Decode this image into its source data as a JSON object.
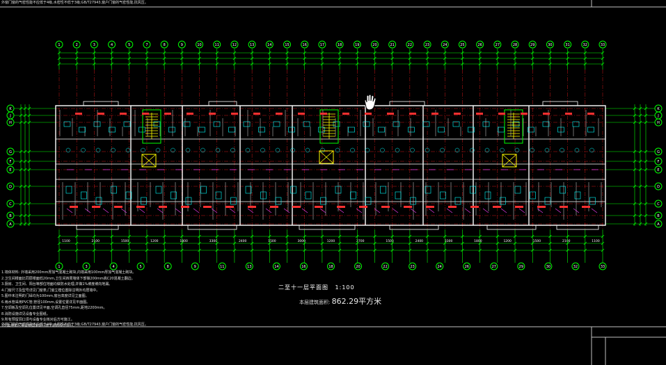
{
  "drawing": {
    "title": "二至十一层平面图",
    "scale": "1:100",
    "area_label": "本层建筑面积:",
    "area_value": "862.29平方米",
    "top_note": "外窗门窗的气密性能不应低于4级,水密性不低于3级;GB/T27943,窗户门窗的气密性能,抗风压。",
    "bottom_note": "外窗门窗的气密性能不应低于4级,水密性不低于3级;GB/T27943,窗户门窗的气密性能,抗风压。",
    "notes": [
      "1.墙体材料: 外墙采用200mm厚加气混凝土砌块,内墙采用100mm厚加气混凝土砌块。",
      "2.卫生间楼面比同层楼面低20mm,卫生间四周墙体下部做200mm高C20混凝土翻边。",
      "3.厨房、卫生间、阳台等部位地面均做防水处理,并做1%坡度坡向地漏。",
      "4.门窗尺寸及型号详见门窗表,门窗立樘位置除注明外均居墙中。",
      "5.图中未注明的门垛均为100mm,窗台高度详见立面图。",
      "6.雨水管采用PVC管,管径100mm,设置位置详见平面图。",
      "7.空调板及空调孔位置详见平面,空调孔直径75mm,距地2200mm。",
      "8.消防设施详见设备专业图纸。",
      "9.所有预留洞口须与设备专业核对后方可施工。",
      "10.其他未尽事宜按国家现行施工验收规范执行。"
    ],
    "axes_top": [
      "1",
      "2",
      "3",
      "4",
      "5",
      "7",
      "8",
      "9",
      "10",
      "11",
      "12",
      "13",
      "14",
      "15",
      "16",
      "17",
      "18",
      "19",
      "20",
      "21",
      "22",
      "23",
      "24",
      "25",
      "26",
      "27",
      "28",
      "29",
      "30",
      "31",
      "32",
      "33"
    ],
    "axes_bottom": [
      "1",
      "3",
      "4",
      "5",
      "8",
      "9",
      "11",
      "13",
      "14",
      "16",
      "18",
      "20",
      "22",
      "23",
      "24",
      "26",
      "27",
      "29",
      "30",
      "32",
      "33"
    ],
    "axes_side": [
      "K",
      "J",
      "H",
      "G",
      "F",
      "E",
      "D",
      "C",
      "B",
      "A"
    ],
    "dimension_values": [
      "1100",
      "2100",
      "1500",
      "1200",
      "1800",
      "3300",
      "2400",
      "1500",
      "3000",
      "1200",
      "2700",
      "1500",
      "2400",
      "3300",
      "1800",
      "1200",
      "1500",
      "2100",
      "1100"
    ]
  }
}
